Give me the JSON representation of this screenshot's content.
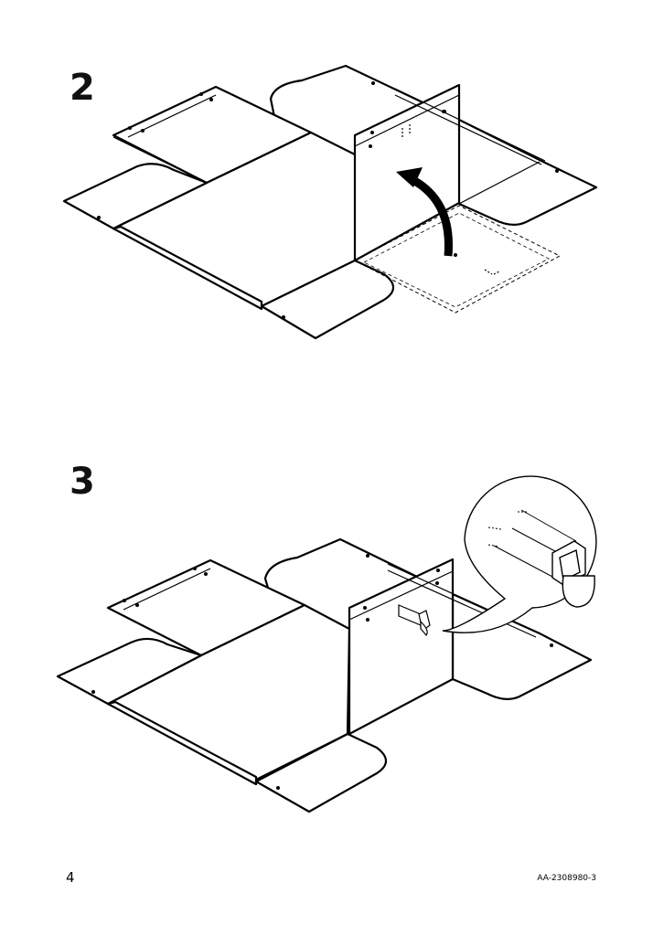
{
  "page": {
    "page_number": "4",
    "doc_code": "AA-2308980-3"
  },
  "steps": [
    {
      "number": "2",
      "illustration": "fold-up-front-panel",
      "icons": [
        "curved-arrow-icon"
      ]
    },
    {
      "number": "3",
      "illustration": "attach-handle",
      "icons": [
        "handle-detail-icon"
      ]
    }
  ]
}
